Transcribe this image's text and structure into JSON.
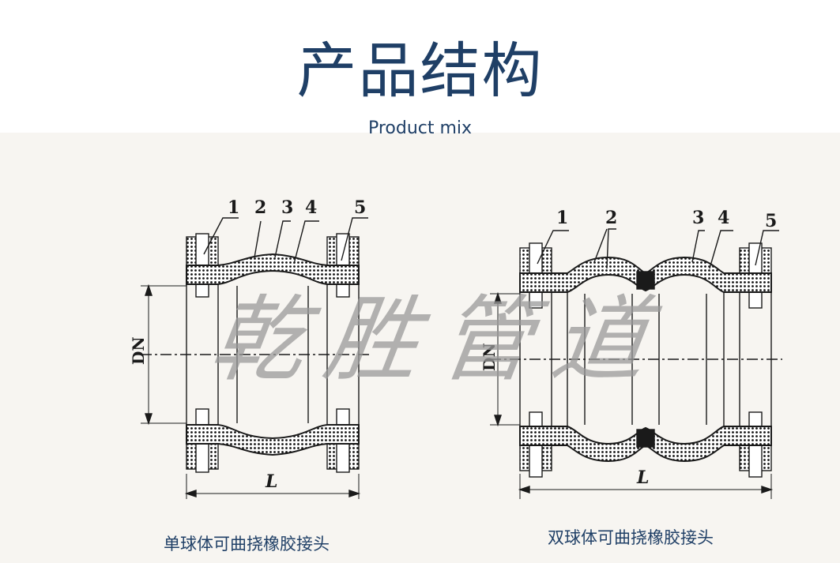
{
  "header": {
    "title": "产品结构",
    "subtitle": "Product mix"
  },
  "diagram_left": {
    "caption": "单球体可曲挠橡胶接头",
    "part_labels": [
      "1",
      "2",
      "3",
      "4",
      "5"
    ],
    "diameter_label": "DN",
    "length_label": "L"
  },
  "diagram_right": {
    "caption": "双球体可曲挠橡胶接头",
    "part_labels": [
      "1",
      "2",
      "3",
      "4",
      "5"
    ],
    "diameter_label": "DN",
    "length_label": "L"
  },
  "watermark": "乾胜管道",
  "colors": {
    "title": "#1f3f66",
    "background_band": "#f7f5f1",
    "line": "#1a1a1a",
    "watermark": "#9a9a9a"
  }
}
